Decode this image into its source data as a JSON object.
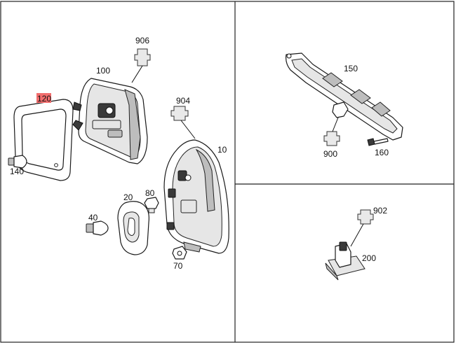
{
  "callouts": {
    "c906": "906",
    "c100": "100",
    "c120": "120",
    "c904": "904",
    "c10": "10",
    "c140": "140",
    "c20": "20",
    "c80": "80",
    "c40": "40",
    "c70": "70",
    "c150": "150",
    "c900": "900",
    "c160": "160",
    "c902": "902",
    "c200": "200"
  },
  "highlight": {
    "callout": "120",
    "color": "#f26d6d"
  },
  "panels": [
    "left-panel",
    "top-right-panel",
    "bottom-right-panel"
  ]
}
